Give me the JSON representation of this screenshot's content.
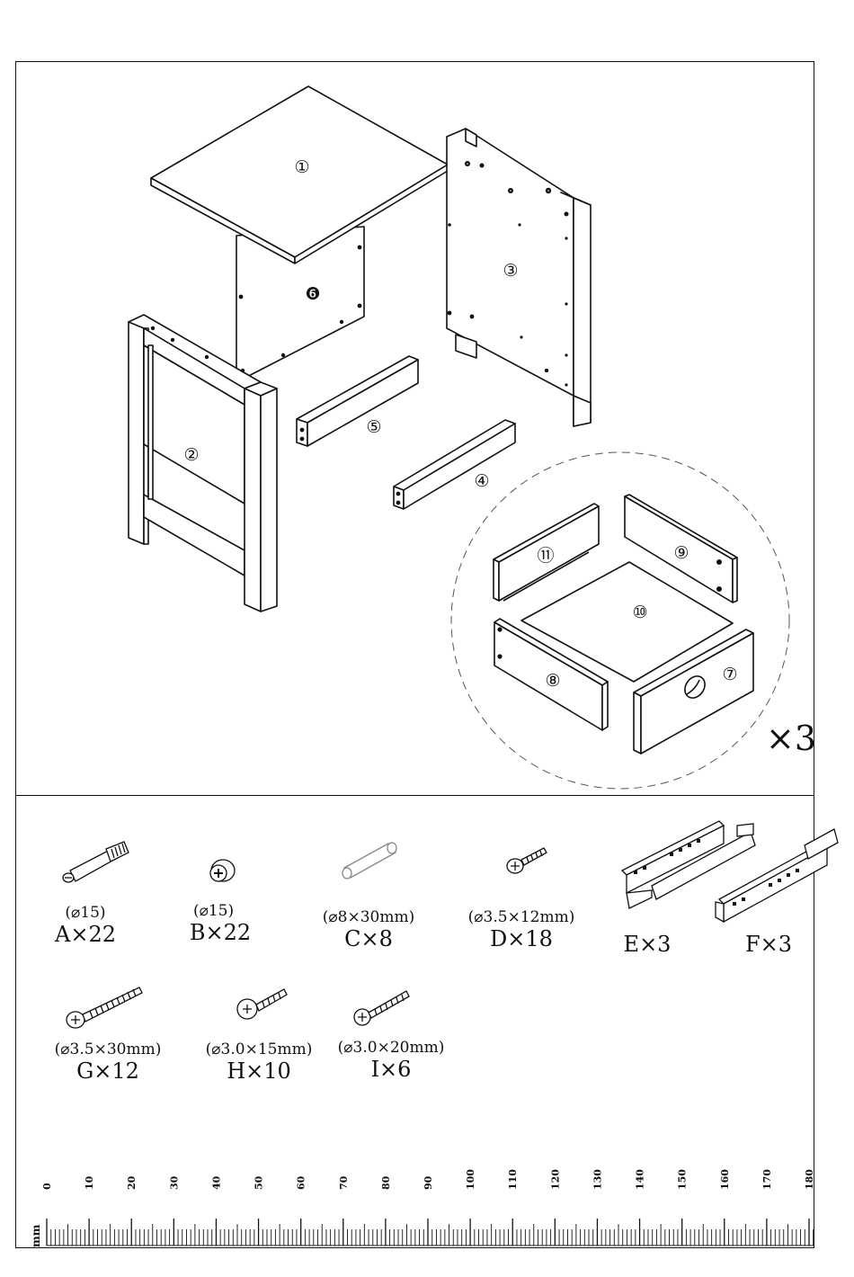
{
  "assembly": {
    "parts": [
      {
        "id": "top",
        "label": "①"
      },
      {
        "id": "back",
        "label": "❻"
      },
      {
        "id": "right-side",
        "label": "③"
      },
      {
        "id": "left-side",
        "label": "②"
      },
      {
        "id": "rail-5",
        "label": "⑤"
      },
      {
        "id": "rail-4",
        "label": "④"
      }
    ],
    "drawer_parts": [
      {
        "id": "drawer-back",
        "label": "⑪"
      },
      {
        "id": "drawer-side-r",
        "label": "⑨"
      },
      {
        "id": "drawer-bottom",
        "label": "⑩"
      },
      {
        "id": "drawer-side-l",
        "label": "⑧"
      },
      {
        "id": "drawer-front",
        "label": "⑦"
      }
    ],
    "drawer_multiplier": "×3"
  },
  "hardware": {
    "row1": [
      {
        "size": "(⌀15)",
        "qty": "A×22",
        "icon": "cam-bolt-icon"
      },
      {
        "size": "(⌀15)",
        "qty": "B×22",
        "icon": "cam-lock-icon"
      },
      {
        "size": "(⌀8×30mm)",
        "qty": "C×8",
        "icon": "wood-dowel-icon"
      },
      {
        "size": "(⌀3.5×12mm)",
        "qty": "D×18",
        "icon": "short-screw-icon"
      },
      {
        "size": "",
        "qty": "E×3",
        "icon": "drawer-slide-left-icon"
      },
      {
        "size": "",
        "qty": "F×3",
        "icon": "drawer-slide-right-icon"
      }
    ],
    "row2": [
      {
        "size": "(⌀3.5×30mm)",
        "qty": "G×12",
        "icon": "long-screw-icon"
      },
      {
        "size": "(⌀3.0×15mm)",
        "qty": "H×10",
        "icon": "pan-screw-icon"
      },
      {
        "size": "(⌀3.0×20mm)",
        "qty": "I×6",
        "icon": "medium-screw-icon"
      }
    ]
  },
  "ruler": {
    "unit": "mm",
    "labels": [
      "0",
      "10",
      "20",
      "30",
      "40",
      "50",
      "60",
      "70",
      "80",
      "90",
      "100",
      "110",
      "120",
      "130",
      "140",
      "150",
      "160",
      "170",
      "180"
    ]
  }
}
